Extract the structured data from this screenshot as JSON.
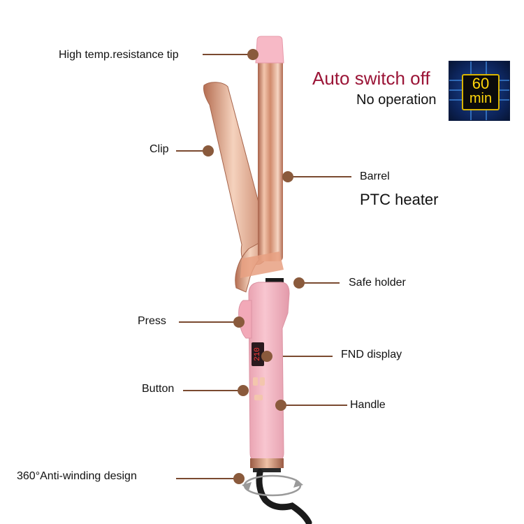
{
  "labels": {
    "tip": "High temp.resistance tip",
    "clip": "Clip",
    "barrel": "Barrel",
    "ptc": "PTC heater",
    "safe_holder": "Safe holder",
    "press": "Press",
    "fnd_display": "FND display",
    "button": "Button",
    "handle": "Handle",
    "anti_winding": "360°Anti-winding design"
  },
  "auto_off": {
    "title": "Auto switch off",
    "subtitle": "No operation",
    "badge_number": "60",
    "badge_unit": "min"
  },
  "display_readout": "210",
  "colors": {
    "leader": "#7a4a30",
    "dot": "#8a5a3c",
    "accent_red": "#9b1537",
    "handle_pink": "#f4b6c2",
    "barrel_rose_gold": "#d9967a",
    "badge_blue": "#0c2358",
    "badge_yellow": "#ffd60a"
  }
}
